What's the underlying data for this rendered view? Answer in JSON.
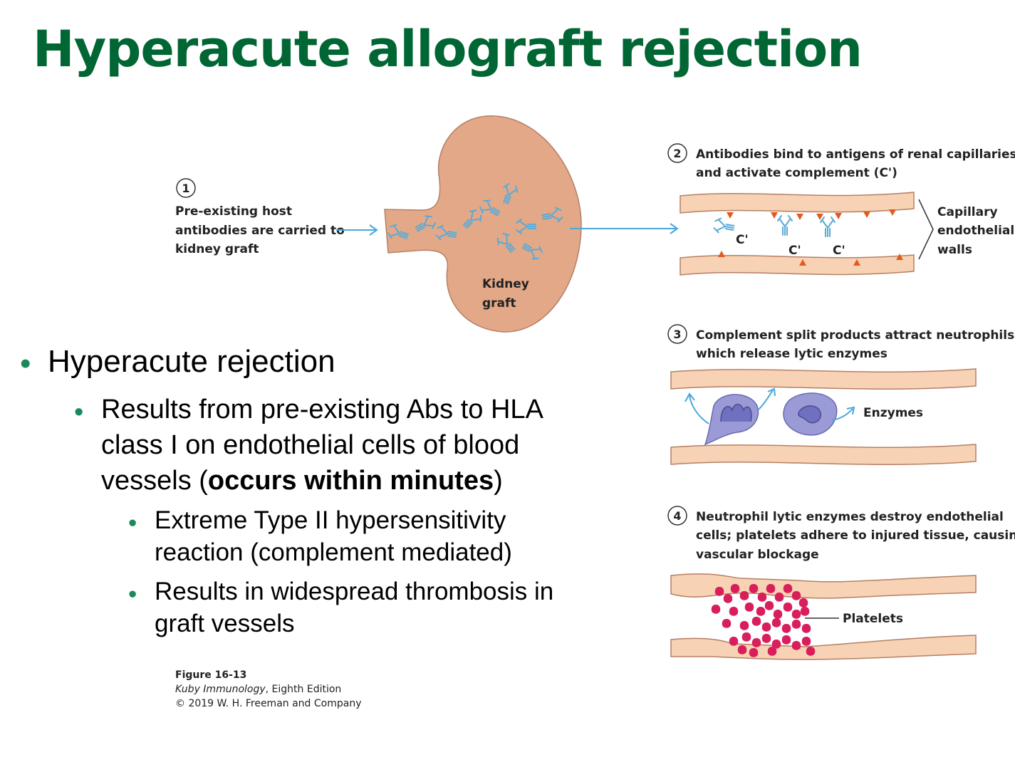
{
  "title": "Hyperacute allograft rejection",
  "bullets": {
    "level1": "Hyperacute rejection",
    "level2_line1": "Results from pre-existing Abs to HLA",
    "level2_line2": "class I on endothelial cells of blood",
    "level2_line3_pre": "vessels (",
    "level2_line3_bold": "occurs within minutes",
    "level2_line3_post": ")",
    "sub1_line1": "Extreme Type II hypersensitivity",
    "sub1_line2": "reaction (complement mediated)",
    "sub2_line1": "Results in widespread thrombosis in",
    "sub2_line2": "graft vessels",
    "marker": "•"
  },
  "figure": {
    "step1": {
      "num": "1",
      "lines": [
        "Pre-existing host",
        "antibodies are carried to",
        "kidney graft"
      ]
    },
    "kidney_label": [
      "Kidney",
      "graft"
    ],
    "step2": {
      "num": "2",
      "lines": [
        "Antibodies bind to antigens of renal capillaries",
        "and activate complement (C')"
      ]
    },
    "complement_label": "C'",
    "wall_label": [
      "Capillary",
      "endothelial",
      "walls"
    ],
    "step3": {
      "num": "3",
      "lines": [
        "Complement split products attract neutrophils,",
        "which release lytic enzymes"
      ]
    },
    "enzymes_label": "Enzymes",
    "step4": {
      "num": "4",
      "lines": [
        "Neutrophil lytic enzymes destroy endothelial",
        "cells; platelets adhere to injured tissue, causing",
        "vascular blockage"
      ]
    },
    "platelets_label": "Platelets",
    "colors": {
      "title": "#006633",
      "tissue": "#e3a888",
      "vessel": "#f8d2b4",
      "antibody": "#5aaad6",
      "complement": "#e35a1e",
      "platelet": "#d81e5b",
      "neutrophil": "#9a9ad6"
    }
  },
  "caption": {
    "figure": "Figure 16-13",
    "book": "Kuby Immunology",
    "edition": ", Eighth Edition",
    "copyright": "© 2019 W. H. Freeman and Company"
  }
}
